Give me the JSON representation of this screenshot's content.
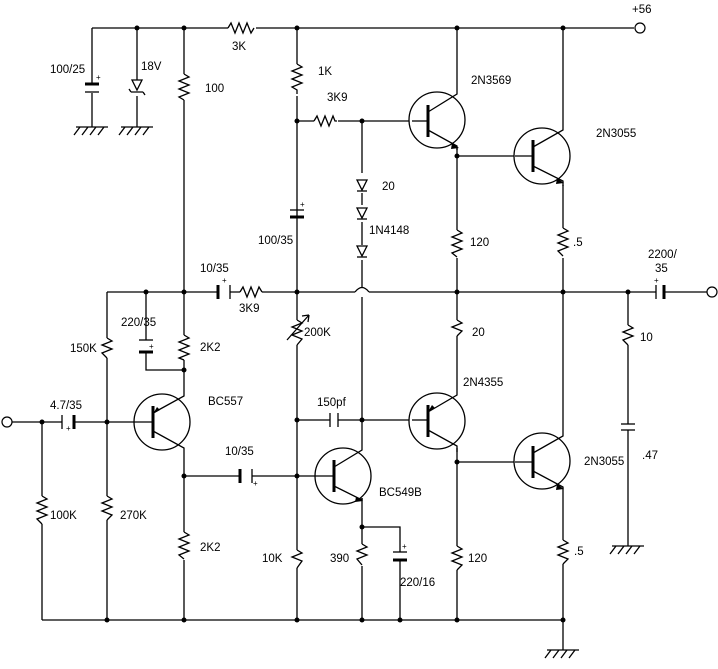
{
  "supply_label": "+56",
  "components": {
    "c_100_25": "100/25",
    "zener_18v": "18V",
    "r_3k": "3K",
    "r_100": "100",
    "r_1k": "1K",
    "r_3k9_top": "3K9",
    "q_2n3569": "2N3569",
    "q_2n3055_top": "2N3055",
    "d_20": "20",
    "c_100_35": "100/35",
    "d_1n4148": "1N4148",
    "r_120_top": "120",
    "r_05_top": ".5",
    "c_2200_35_a": "2200/",
    "c_2200_35_b": "35",
    "c_10_35_top": "10/35",
    "r_3k9_mid": "3K9",
    "c_220_35": "220/35",
    "r_150k": "150K",
    "r_2k2_top": "2K2",
    "pot_200k": "200K",
    "r_20_mid": "20",
    "r_10": "10",
    "q_2n4355": "2N4355",
    "q_bc557": "BC557",
    "c_4_7_35": "4.7/35",
    "c_150pf": "150pf",
    "q_2n3055_bot": "2N3055",
    "c_047": ".47",
    "c_10_35_bot": "10/35",
    "q_bc549b": "BC549B",
    "r_100k": "100K",
    "r_270k": "270K",
    "r_2k2_bot": "2K2",
    "r_10k": "10K",
    "r_390": "390",
    "c_220_16": "220/16",
    "r_120_bot": "120",
    "r_05_bot": ".5"
  }
}
